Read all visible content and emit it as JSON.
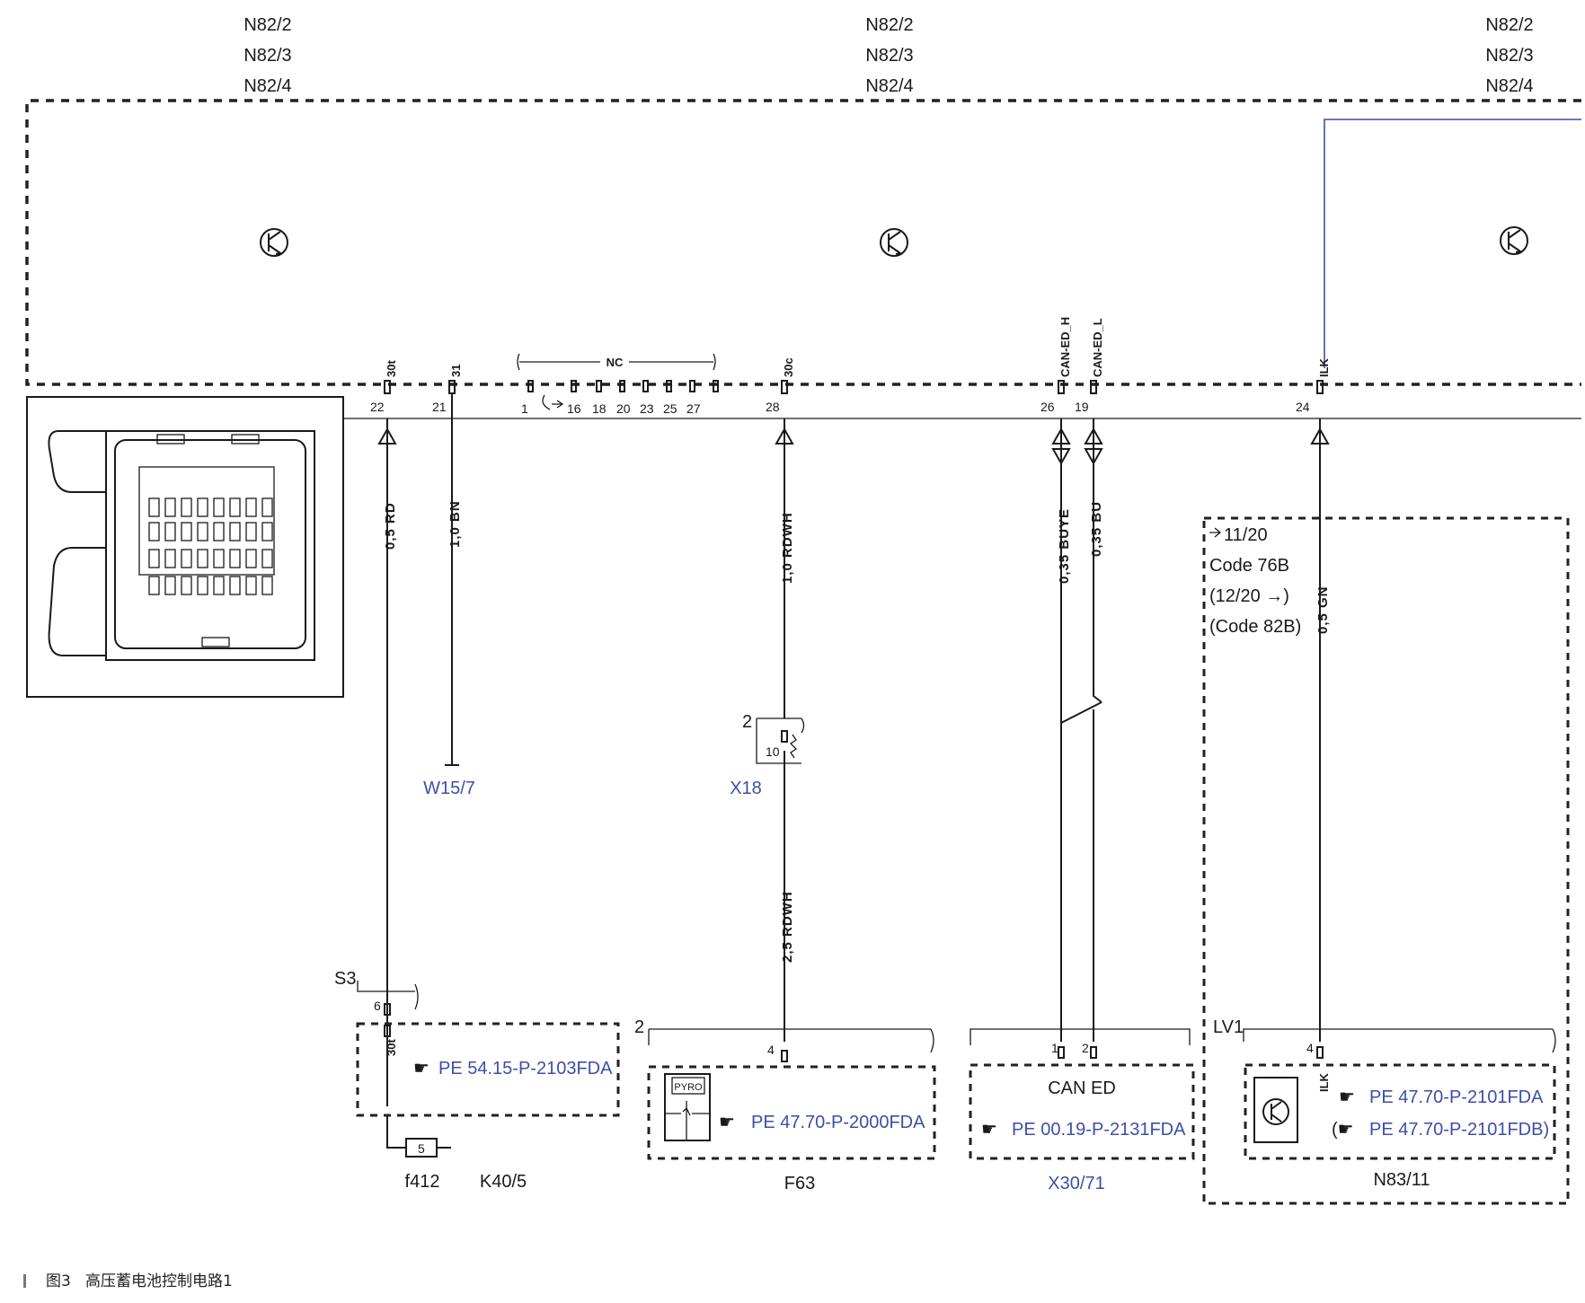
{
  "module_labels": {
    "left": [
      "N82/2",
      "N82/3",
      "N82/4"
    ],
    "center": [
      "N82/2",
      "N82/3",
      "N82/4"
    ],
    "right": [
      "N82/2",
      "N82/3",
      "N82/4"
    ]
  },
  "signals": {
    "p22": "30t",
    "p21": "31",
    "nc": "NC",
    "p28": "30c",
    "p26": "CAN-ED_H",
    "p19": "CAN-ED_L",
    "p24": "ILK",
    "f30t": "30t",
    "n83ilk": "ILK"
  },
  "pins": {
    "p22": "22",
    "p21": "21",
    "p1": "1",
    "p16": "16",
    "p18": "18",
    "p20": "20",
    "p23": "23",
    "p25": "25",
    "p27": "27",
    "p28": "28",
    "p26": "26",
    "p19": "19",
    "p24": "24",
    "s3": "6",
    "f63": "4",
    "x30_1": "1",
    "x30_2": "2",
    "n83": "4",
    "x18": "10",
    "fuse": "5"
  },
  "wires": {
    "w22": "0,5 RD",
    "w21": "1,0 BN",
    "w28a": "1,0 RDWH",
    "w28b": "2,5 RDWH",
    "w26": "0,35 BUYE",
    "w19": "0,35 BU",
    "w24": "0,5 GN"
  },
  "components": {
    "w15": "W15/7",
    "x18": "X18",
    "x18_pin": "2",
    "s3": "S3",
    "f412": "f412",
    "k40": "K40/5",
    "f63": "F63",
    "f63_pin": "2",
    "x30": "X30/71",
    "n83": "N83/11",
    "lv1": "LV1",
    "pyro": "PYRO",
    "can_ed": "CAN ED"
  },
  "refs": {
    "k40": "PE 54.15-P-2103FDA",
    "f63": "PE 47.70-P-2000FDA",
    "x30": "PE 00.19-P-2131FDA",
    "n83a": "PE 47.70-P-2101FDA",
    "n83b": "PE 47.70-P-2101FDB)"
  },
  "code_box": {
    "line1": "11/20",
    "line2": "Code 76B",
    "line3": "(12/20 →)",
    "line4": "(Code 82B)"
  },
  "caption": {
    "figure": "图3",
    "title": "高压蓄电池控制电路1"
  },
  "colors": {
    "reference_text": "#3c4fa8",
    "line": "#1a1a1a"
  }
}
